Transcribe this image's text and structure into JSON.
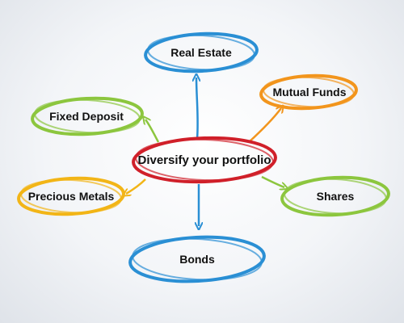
{
  "hub": {
    "label": "Diversify your portfolio",
    "color": "#d0202a"
  },
  "nodes": [
    {
      "id": "real-estate",
      "label": "Real Estate",
      "color": "#2a8fd4"
    },
    {
      "id": "mutual-funds",
      "label": "Mutual Funds",
      "color": "#f2951d"
    },
    {
      "id": "fixed-deposit",
      "label": "Fixed Deposit",
      "color": "#8cc63e"
    },
    {
      "id": "shares",
      "label": "Shares",
      "color": "#8cc63e"
    },
    {
      "id": "precious-metals",
      "label": "Precious Metals",
      "color": "#f2b517"
    },
    {
      "id": "bonds",
      "label": "Bonds",
      "color": "#2a8fd4"
    }
  ]
}
